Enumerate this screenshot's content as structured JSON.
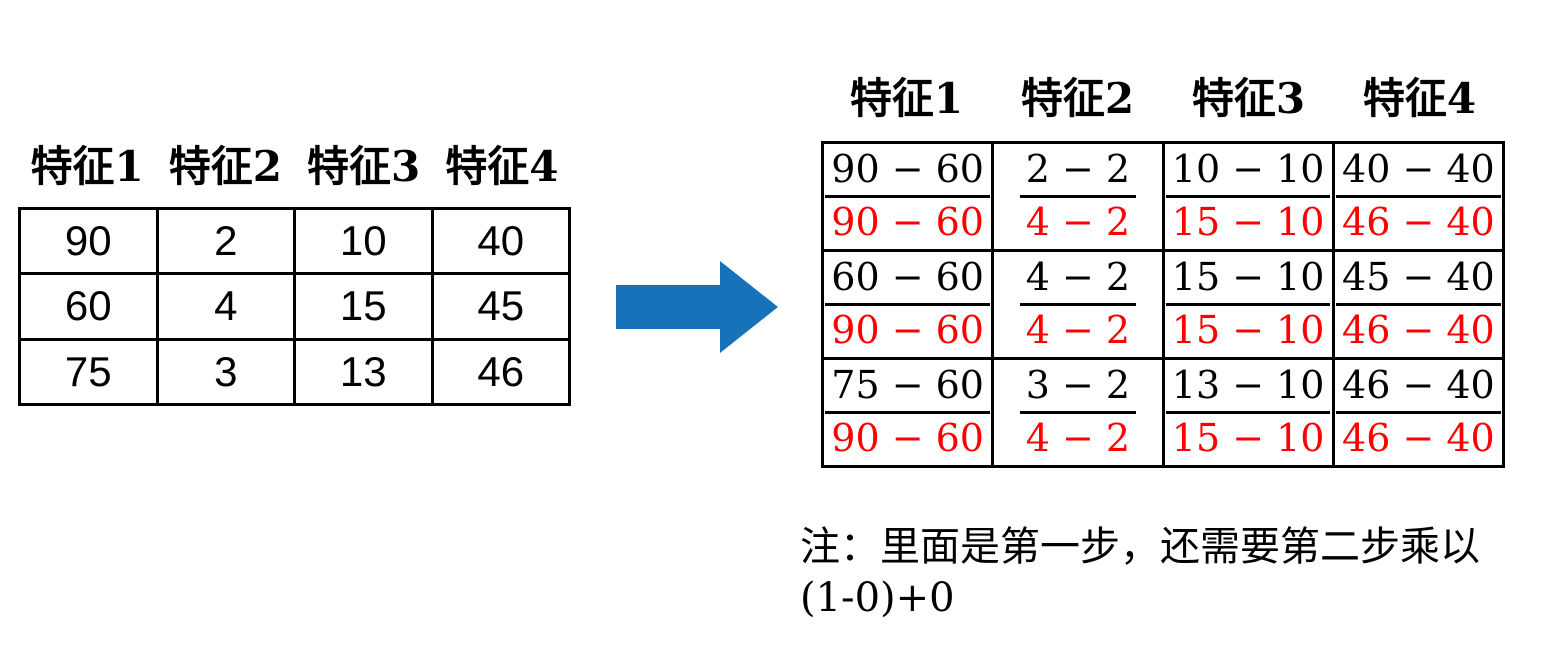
{
  "colors": {
    "background": "#FFFFFF",
    "text_black": "#000000",
    "table_border": "#000000",
    "denominator_red": "#FF0000",
    "arrow_blue": "#1772B9"
  },
  "left_table": {
    "headers": [
      "特征1",
      "特征2",
      "特征3",
      "特征4"
    ],
    "rows": [
      {
        "cells": [
          "90",
          "2",
          "10",
          "40"
        ]
      },
      {
        "cells": [
          "60",
          "4",
          "15",
          "45"
        ]
      },
      {
        "cells": [
          "75",
          "3",
          "13",
          "46"
        ]
      }
    ]
  },
  "right_table": {
    "headers": [
      "特征1",
      "特征2",
      "特征3",
      "特征4"
    ],
    "rows": [
      {
        "cells": [
          {
            "num": "90 − 60",
            "den": "90 − 60"
          },
          {
            "num": "2 − 2",
            "den": "4 − 2"
          },
          {
            "num": "10 − 10",
            "den": "15 − 10"
          },
          {
            "num": "40 − 40",
            "den": "46 − 40"
          }
        ]
      },
      {
        "cells": [
          {
            "num": "60 − 60",
            "den": "90 − 60"
          },
          {
            "num": "4 − 2",
            "den": "4 − 2"
          },
          {
            "num": "15 − 10",
            "den": "15 − 10"
          },
          {
            "num": "45 − 40",
            "den": "46 − 40"
          }
        ]
      },
      {
        "cells": [
          {
            "num": "75 − 60",
            "den": "90 − 60"
          },
          {
            "num": "3 − 2",
            "den": "4 − 2"
          },
          {
            "num": "13 − 10",
            "den": "15 − 10"
          },
          {
            "num": "46 − 40",
            "den": "46 − 40"
          }
        ]
      }
    ]
  },
  "note": {
    "line1": "注：里面是第一步，还需要第二步乘以",
    "line2": "(1-0)+0"
  }
}
